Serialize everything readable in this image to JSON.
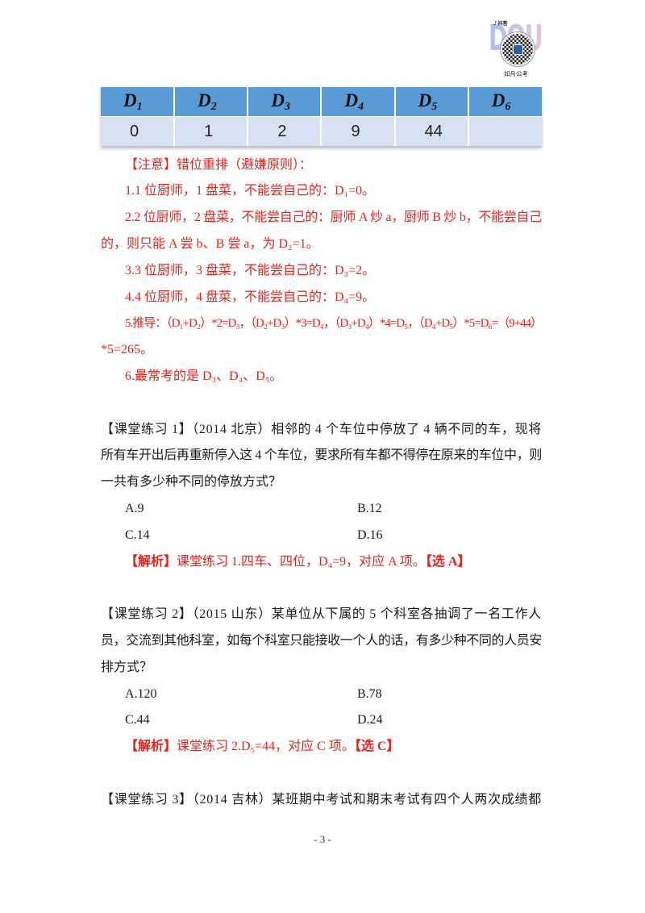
{
  "logo": {
    "app": "抖音",
    "letters": "DOU",
    "caption": "如舟公考"
  },
  "colors": {
    "note_red": "#e3231f",
    "table_header": "#5b9bd5",
    "table_row": "#d6e2f1"
  },
  "table": {
    "headers": [
      {
        "letter": "D",
        "sub": "1"
      },
      {
        "letter": "D",
        "sub": "2"
      },
      {
        "letter": "D",
        "sub": "3"
      },
      {
        "letter": "D",
        "sub": "4"
      },
      {
        "letter": "D",
        "sub": "5"
      },
      {
        "letter": "D",
        "sub": "6"
      }
    ],
    "values": [
      "0",
      "1",
      "2",
      "9",
      "44"
    ]
  },
  "note": {
    "title": "【注意】错位重排（避嫌原则）：",
    "lines": [
      "1.1 位厨师，1 盘菜，不能尝自己的：D₁=0。",
      "2.2 位厨师，2 盘菜，不能尝自己的：厨师 A 炒 a，厨师 B 炒 b，不能尝自己",
      "的，则只能 A 尝 b、B 尝 a，为 D₂=1。",
      "3.3 位厨师，3 盘菜，不能尝自己的：D₃=2。",
      "4.4 位厨师，4 盘菜，不能尝自己的：D₄=9。",
      "5.推导：（D₁+D₂）*2=D₃，（D₂+D₃）*3=D₄，（D₃+D₄）*4=D₅，（D₄+D₅）*5=D₆=（9+44）",
      "*5=265。",
      "6.最常考的是 D₃、D₄、D₅。"
    ]
  },
  "exercises": [
    {
      "stem": [
        "【课堂练习 1】（2014 北京）相邻的 4 个车位中停放了 4 辆不同的车，现将",
        "所有车开出后再重新停入这 4 个车位，要求所有车都不得停在原来的车位中，则",
        "一共有多少种不同的停放方式？"
      ],
      "options": [
        "A.9",
        "B.12",
        "C.14",
        "D.16"
      ],
      "analysis": {
        "label": "【解析】",
        "text": "课堂练习 1.四车、四位，D₄=9，对应 A 项。",
        "answer": "【选 A】"
      }
    },
    {
      "stem": [
        "【课堂练习 2】（2015 山东）某单位从下属的 5 个科室各抽调了一名工作人",
        "员，交流到其他科室，如每个科室只能接收一个人的话，有多少种不同的人员安",
        "排方式？"
      ],
      "options": [
        "A.120",
        "B.78",
        "C.44",
        "D.24"
      ],
      "analysis": {
        "label": "【解析】",
        "text": "课堂练习 2.D₅=44，对应 C 项。",
        "answer": "【选 C】"
      }
    },
    {
      "stem": [
        "【课堂练习 3】（2014 吉林）某班期中考试和期末考试有四个人两次成绩都"
      ]
    }
  ],
  "footer": {
    "page": "- 3 -"
  }
}
